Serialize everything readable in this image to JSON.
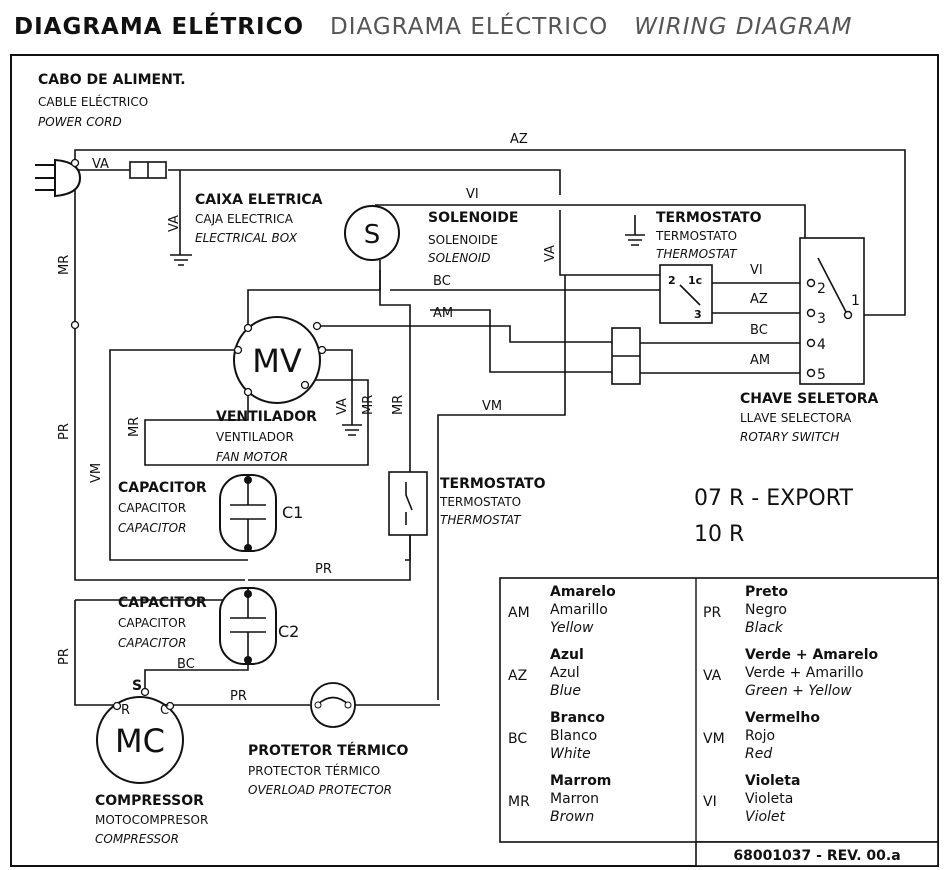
{
  "title": {
    "pt": "DIAGRAMA ELÉTRICO",
    "es": "DIAGRAMA ELÉCTRICO",
    "en": "WIRING DIAGRAM"
  },
  "power_cord": {
    "pt": "CABO DE ALIMENT.",
    "es": "CABLE ELÉCTRICO",
    "en": "POWER CORD"
  },
  "electrical_box": {
    "pt": "CAIXA ELETRICA",
    "es": "CAJA ELECTRICA",
    "en": "ELECTRICAL BOX"
  },
  "solenoid": {
    "symbol": "S",
    "pt": "SOLENOIDE",
    "es": "SOLENOIDE",
    "en": "SOLENOID"
  },
  "thermostat_top": {
    "pt": "TERMOSTATO",
    "es": "TERMOSTATO",
    "en": "THERMOSTAT",
    "pins": [
      "2",
      "1c",
      "3"
    ]
  },
  "rotary_switch": {
    "pt": "CHAVE SELETORA",
    "es": "LLAVE SELECTORA",
    "en": "ROTARY SWITCH",
    "pins": [
      "1",
      "2",
      "3",
      "4",
      "5"
    ]
  },
  "fan_motor": {
    "symbol": "MV",
    "pt": "VENTILADOR",
    "es": "VENTILADOR",
    "en": "FAN MOTOR"
  },
  "capacitor1": {
    "pt": "CAPACITOR",
    "es": "CAPACITOR",
    "en": "CAPACITOR",
    "ref": "C1"
  },
  "capacitor2": {
    "pt": "CAPACITOR",
    "es": "CAPACITOR",
    "en": "CAPACITOR",
    "ref": "C2"
  },
  "thermostat_mid": {
    "pt": "TERMOSTATO",
    "es": "TERMOSTATO",
    "en": "THERMOSTAT"
  },
  "overload": {
    "pt": "PROTETOR TÉRMICO",
    "es": "PROTECTOR TÉRMICO",
    "en": "OVERLOAD PROTECTOR"
  },
  "compressor": {
    "symbol": "MC",
    "pt": "COMPRESSOR",
    "es": "MOTOCOMPRESOR",
    "en": "COMPRESSOR",
    "pins": [
      "S",
      "R",
      "C"
    ]
  },
  "model": {
    "line1": "07 R - EXPORT",
    "line2": "10 R"
  },
  "wire_labels": {
    "az": "AZ",
    "va": "VA",
    "vi": "VI",
    "bc": "BC",
    "am": "AM",
    "mr": "MR",
    "pr": "PR",
    "vm": "VM"
  },
  "legend": [
    {
      "code": "AM",
      "pt": "Amarelo",
      "es": "Amarillo",
      "en": "Yellow"
    },
    {
      "code": "AZ",
      "pt": "Azul",
      "es": "Azul",
      "en": "Blue"
    },
    {
      "code": "BC",
      "pt": "Branco",
      "es": "Blanco",
      "en": "White"
    },
    {
      "code": "MR",
      "pt": "Marrom",
      "es": "Marron",
      "en": "Brown"
    },
    {
      "code": "PR",
      "pt": "Preto",
      "es": "Negro",
      "en": "Black"
    },
    {
      "code": "VA",
      "pt": "Verde + Amarelo",
      "es": "Verde + Amarillo",
      "en": "Green + Yellow"
    },
    {
      "code": "VM",
      "pt": "Vermelho",
      "es": "Rojo",
      "en": "Red"
    },
    {
      "code": "VI",
      "pt": "Violeta",
      "es": "Violeta",
      "en": "Violet"
    }
  ],
  "doc_number": "68001037 - REV. 00.a"
}
